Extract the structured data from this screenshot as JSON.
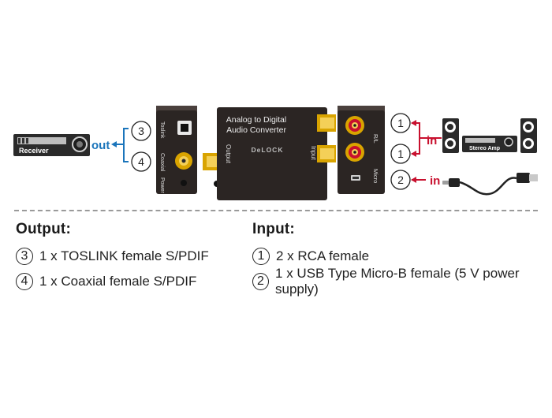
{
  "diagram": {
    "receiver_label": "Receiver",
    "out_label": "out",
    "in_label": "in",
    "stereo_amp_label": "Stereo Amp",
    "device_title_line1": "Analog to Digital",
    "device_title_line2": "Audio Converter",
    "brand": "DeLOCK",
    "output_side_label": "Output",
    "input_side_label": "Input",
    "port_toslink": "Toslink",
    "port_coaxial": "Coaxial",
    "port_power": "Power",
    "port_rl": "R/L",
    "port_micro": "Micro",
    "markers": {
      "toslink": "3",
      "coaxial": "4",
      "rca_r": "1",
      "rca_l": "1",
      "usb": "2"
    },
    "colors": {
      "out_arrow": "#1b75bb",
      "in_arrow": "#c8102e",
      "device": "#2b2523",
      "gold": "#d9a400"
    }
  },
  "legend": {
    "output": {
      "heading": "Output:",
      "items": [
        {
          "num": "3",
          "text": "1 x TOSLINK female S/PDIF"
        },
        {
          "num": "4",
          "text": "1 x Coaxial female S/PDIF"
        }
      ]
    },
    "input": {
      "heading": "Input:",
      "items": [
        {
          "num": "1",
          "text": "2 x RCA female"
        },
        {
          "num": "2",
          "text": "1 x USB Type Micro-B female (5 V power supply)"
        }
      ]
    }
  }
}
